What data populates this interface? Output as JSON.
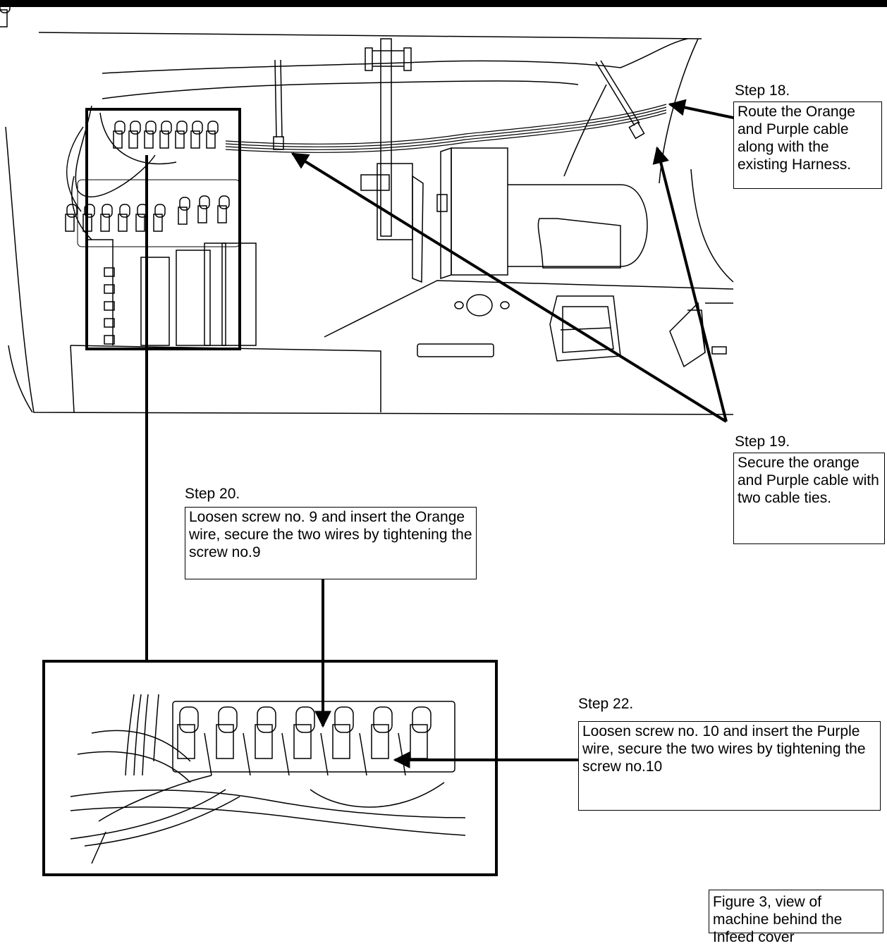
{
  "steps": {
    "step18": {
      "title": "Step 18.",
      "text": "Route the Orange and Purple cable along with the existing Harness."
    },
    "step19": {
      "title": "Step 19.",
      "text": "Secure the orange and Purple cable with two cable ties."
    },
    "step20": {
      "title": "Step 20.",
      "text": "Loosen screw no. 9 and insert the Orange wire, secure the two wires by tightening the screw no.9"
    },
    "step22": {
      "title": "Step 22.",
      "text": "Loosen screw no. 10 and insert the Purple wire, secure the two wires by tightening the screw no.10"
    }
  },
  "figure_caption": "Figure 3, view of machine behind the Infeed cover"
}
